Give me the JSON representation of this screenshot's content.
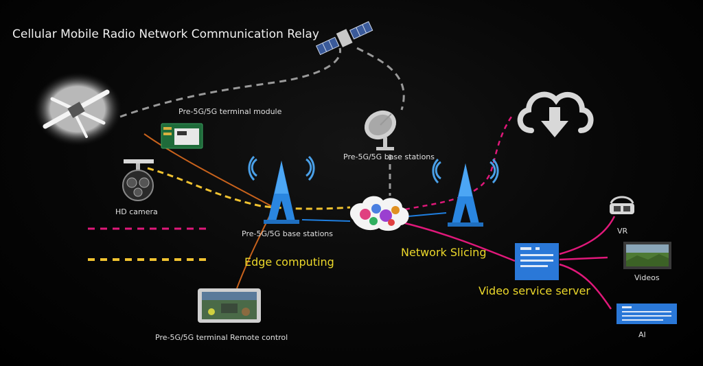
{
  "title": "Cellular Mobile Radio Network Communication Relay",
  "labels": {
    "terminal_module": "Pre-5G/5G terminal module",
    "base_stations_top": "Pre-5G/5G base stations",
    "hd_camera": "HD camera",
    "base_stations_left": "Pre-5G/5G base stations",
    "edge_computing": "Edge computing",
    "network_slicing": "Network Slicing",
    "video_service_server": "Video service server",
    "vr": "VR",
    "videos": "Videos",
    "ai": "AI",
    "remote_control": "Pre-5G/5G terminal Remote control"
  },
  "colors": {
    "magenta": "#e0187a",
    "yellow": "#f0c230",
    "orange": "#c8621c",
    "grey_link": "#9a9a9a",
    "blue": "#1f7fe0",
    "label_yellow": "#ecd82a"
  },
  "icons": [
    "satellite-icon",
    "drone-icon",
    "terminal-module-icon",
    "hd-camera-icon",
    "dish-icon",
    "tower-icon",
    "brain-gears-icon",
    "cloud-download-icon",
    "server-icon",
    "vr-headset-icon",
    "video-screen-icon",
    "ai-panel-icon",
    "remote-control-icon"
  ]
}
